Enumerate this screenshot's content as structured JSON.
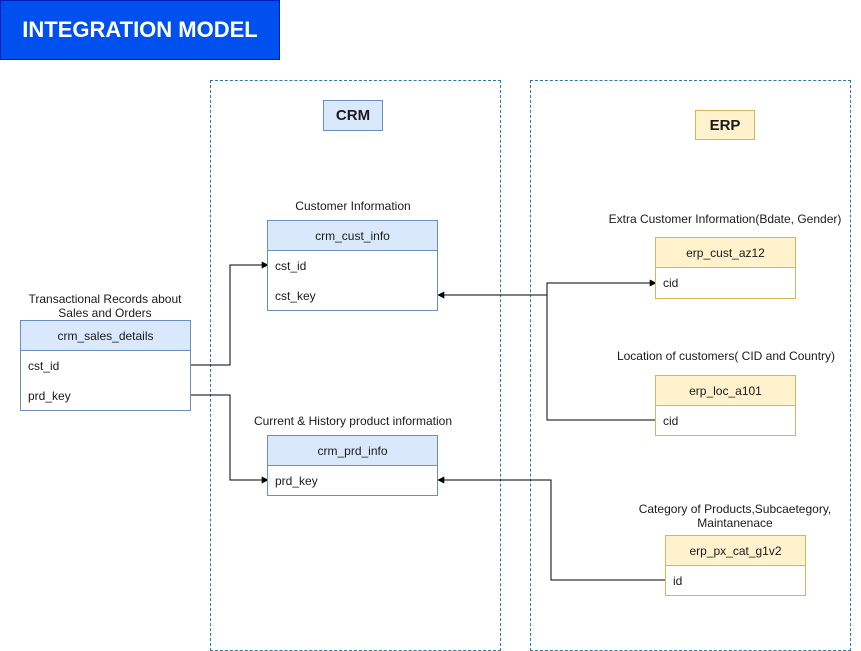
{
  "title": "INTEGRATION MODEL",
  "zones": {
    "crm": {
      "label": "CRM"
    },
    "erp": {
      "label": "ERP"
    }
  },
  "tables": {
    "crm_sales_details": {
      "caption": "Transactional  Records about Sales and Orders",
      "name": "crm_sales_details",
      "fields": [
        "cst_id",
        "prd_key"
      ]
    },
    "crm_cust_info": {
      "caption": "Customer Information",
      "name": "crm_cust_info",
      "fields": [
        "cst_id",
        "cst_key"
      ]
    },
    "crm_prd_info": {
      "caption": "Current & History product information",
      "name": "crm_prd_info",
      "fields": [
        "prd_key"
      ]
    },
    "erp_cust_az12": {
      "caption": "Extra Customer Information(Bdate, Gender)",
      "name": "erp_cust_az12",
      "fields": [
        "cid"
      ]
    },
    "erp_loc_a101": {
      "caption": "Location of customers( CID and Country)",
      "name": "erp_loc_a101",
      "fields": [
        "cid"
      ]
    },
    "erp_px_cat_g1v2": {
      "caption": "Category of Products,Subcaetegory, Maintanenace",
      "name": "erp_px_cat_g1v2",
      "fields": [
        "id"
      ]
    }
  },
  "colors": {
    "title_bg": "#0050ef",
    "crm_fill": "#dae8fc",
    "crm_stroke": "#6c8ebf",
    "erp_fill": "#fff2cc",
    "erp_stroke": "#d6b656",
    "zone_border": "#2f7ba8"
  }
}
